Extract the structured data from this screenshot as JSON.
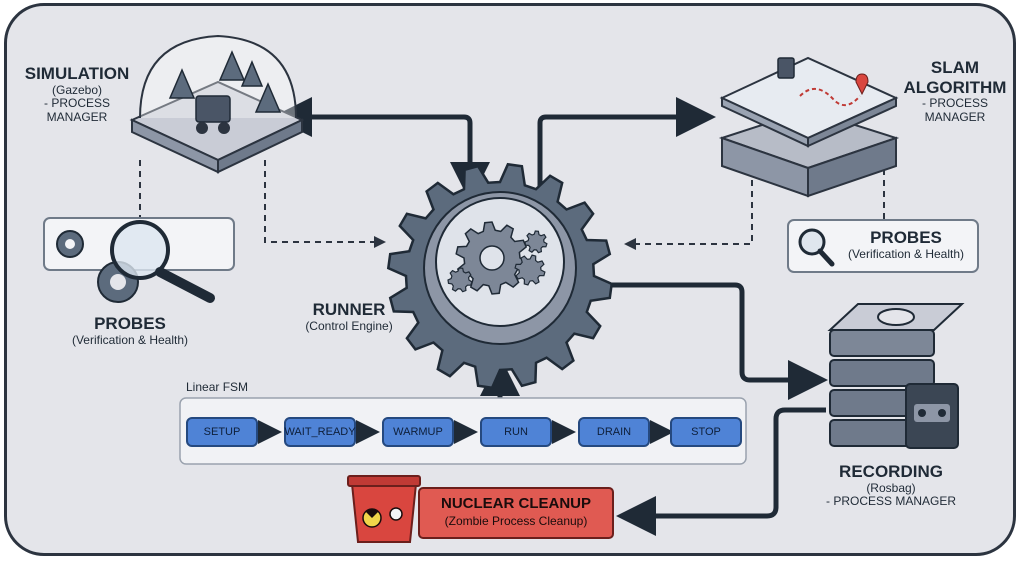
{
  "simulation": {
    "title": "SIMULATION",
    "subtitle": "(Gazebo)",
    "role_1": "- PROCESS",
    "role_2": "MANAGER"
  },
  "slam": {
    "title_1": "SLAM",
    "title_2": "ALGORITHM",
    "role_1": "- PROCESS",
    "role_2": "MANAGER"
  },
  "probes_left": {
    "title": "PROBES",
    "subtitle": "(Verification & Health)"
  },
  "probes_right": {
    "title": "PROBES",
    "subtitle": "(Verification & Health)"
  },
  "runner": {
    "title": "RUNNER",
    "subtitle": "(Control Engine)"
  },
  "recording": {
    "title": "RECORDING",
    "subtitle": "(Rosbag)",
    "role": "- PROCESS MANAGER"
  },
  "fsm": {
    "label": "Linear FSM",
    "states": [
      "SETUP",
      "WAIT_READY",
      "WARMUP",
      "RUN",
      "DRAIN",
      "STOP"
    ]
  },
  "nuclear": {
    "title": "NUCLEAR CLEANUP",
    "subtitle": "(Zombie Process Cleanup)"
  },
  "colors": {
    "state_fill": "#4f83d6",
    "cleanup_fill": "#e05a52",
    "background": "#e4e5ea",
    "outline": "#2c3440"
  }
}
